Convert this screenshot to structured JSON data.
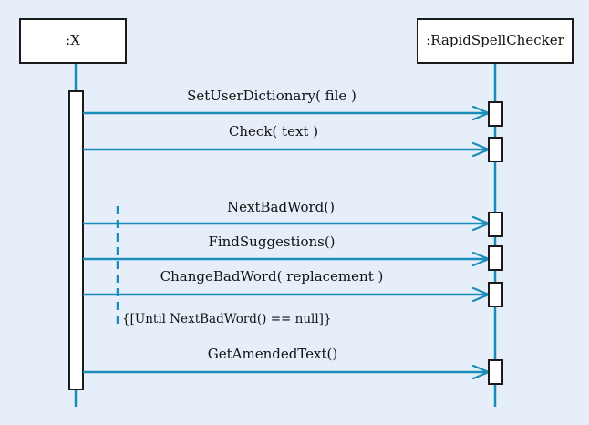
{
  "colors": {
    "background": "#e6eef9",
    "line": "#1a8cba",
    "box_border": "#1a1a1a",
    "box_fill": "#ffffff",
    "text": "#111111"
  },
  "participants": [
    {
      "id": "x",
      "label": ":X"
    },
    {
      "id": "rsc",
      "label": ":RapidSpellChecker"
    }
  ],
  "messages": [
    {
      "label": "SetUserDictionary( file )",
      "from": "x",
      "to": "rsc"
    },
    {
      "label": "Check( text )",
      "from": "x",
      "to": "rsc"
    },
    {
      "label": "NextBadWord()",
      "from": "x",
      "to": "rsc"
    },
    {
      "label": "FindSuggestions()",
      "from": "x",
      "to": "rsc"
    },
    {
      "label": "ChangeBadWord( replacement )",
      "from": "x",
      "to": "rsc"
    },
    {
      "label": "GetAmendedText()",
      "from": "x",
      "to": "rsc"
    }
  ],
  "loop": {
    "guard": "{[Until NextBadWord() == null]}",
    "covers_messages": [
      "NextBadWord()",
      "FindSuggestions()",
      "ChangeBadWord( replacement )"
    ]
  }
}
